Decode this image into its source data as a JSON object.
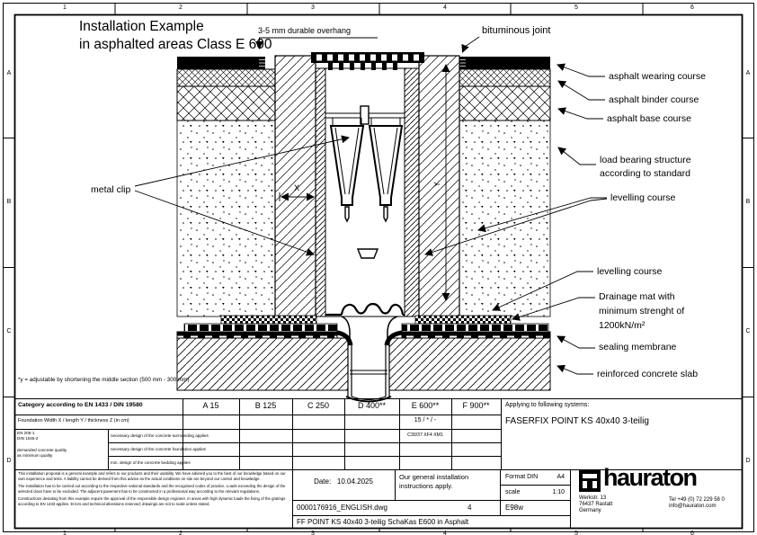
{
  "sheet": {
    "title": "Installation Example\nin asphalted areas Class E 600",
    "footnote": "*y = adjustable by shortening the middle section (500 mm - 300 mm)"
  },
  "border": {
    "cols": [
      "1",
      "2",
      "3",
      "4",
      "5",
      "6"
    ],
    "rows": [
      "A",
      "B",
      "C",
      "D"
    ]
  },
  "callouts": {
    "overhang": "3-5 mm durable overhang",
    "bituminous_joint": "bituminous joint",
    "wearing": "asphalt wearing course",
    "binder": "asphalt binder course",
    "base": "asphalt base course",
    "load_bearing": "load bearing structure\naccording to standard",
    "levelling_1": "levelling course",
    "levelling_2": "levelling course",
    "drainage": "Drainage mat with\nminimum strenght of\n1200kN/m²",
    "sealing": "sealing membrane",
    "slab": "reinforced concrete slab",
    "metal_clip": "metal clip",
    "dim_x": "X",
    "dim_y": "Y"
  },
  "table": {
    "category_label": "Category according to EN 1433 / DIN 19580",
    "classes": [
      "A 15",
      "B 125",
      "C 250",
      "D 400**",
      "E 600**",
      "F 900**"
    ],
    "foundation_label": "Foundation   Width X / length Y / thickness Z  (in cm)",
    "foundation_e600": "15 / * / -",
    "concrete_e600": "C30/37 XF4 XM1",
    "en_line1": "EN 206-1",
    "en_line2": "DIN 1045-2",
    "en_sub1": "demanded concrete quality",
    "en_sub2": "as minimum quality",
    "row_labels": [
      "necessary design of the concrete surrounding applies",
      "necessary design of the concrete foundation applies",
      "min. design of the concrete bedding applies"
    ],
    "applying_label": "Applying to following systems:",
    "applying_value": "FASERFIX POINT  KS 40x40 3-teilig"
  },
  "titleblock": {
    "date_label": "Date:",
    "date_value": "10.04.2025",
    "instructions": "Our general installation instructions apply.",
    "format_label": "Format DIN",
    "format_value": "A4",
    "scale_label": "scale",
    "scale_value": "1:10",
    "file_name": "0000176916_ENGLISH.dwg",
    "sheet_no": "4",
    "code": "E98w",
    "doc_title": "FF POINT KS 40x40 3-teilig  SchaKas  E600 in Asphalt",
    "brand": "hauraton",
    "address": "Werkstr. 13\n76437 Rastatt\nGermany",
    "contact": "Tel +49 (0) 72 229 58 0\ninfo@hauraton.com"
  },
  "disclaimer": {
    "p1": "This installation proposal is a general example and refers to our products and their usability. We have advised you to the best of our knowledge based on our own experience and tests. A liability cannot be derived from this advice as the actual conditions on site are beyond our control and knowledge.",
    "p2": "The installation has to be carried out according to the respective national standards and the recognised codes of practice. Loads exceeding the design of the selected class have to be excluded. The adjacent pavement has to be constructed in a professional way according to the relevant regulations.",
    "p3": "Constructions deviating from this example require the approval of the responsible design engineer. In areas with high dynamic loads the fixing of the gratings according to EN 1433 applies. Errors and technical alterations reserved; drawings are not to scale unless stated."
  }
}
